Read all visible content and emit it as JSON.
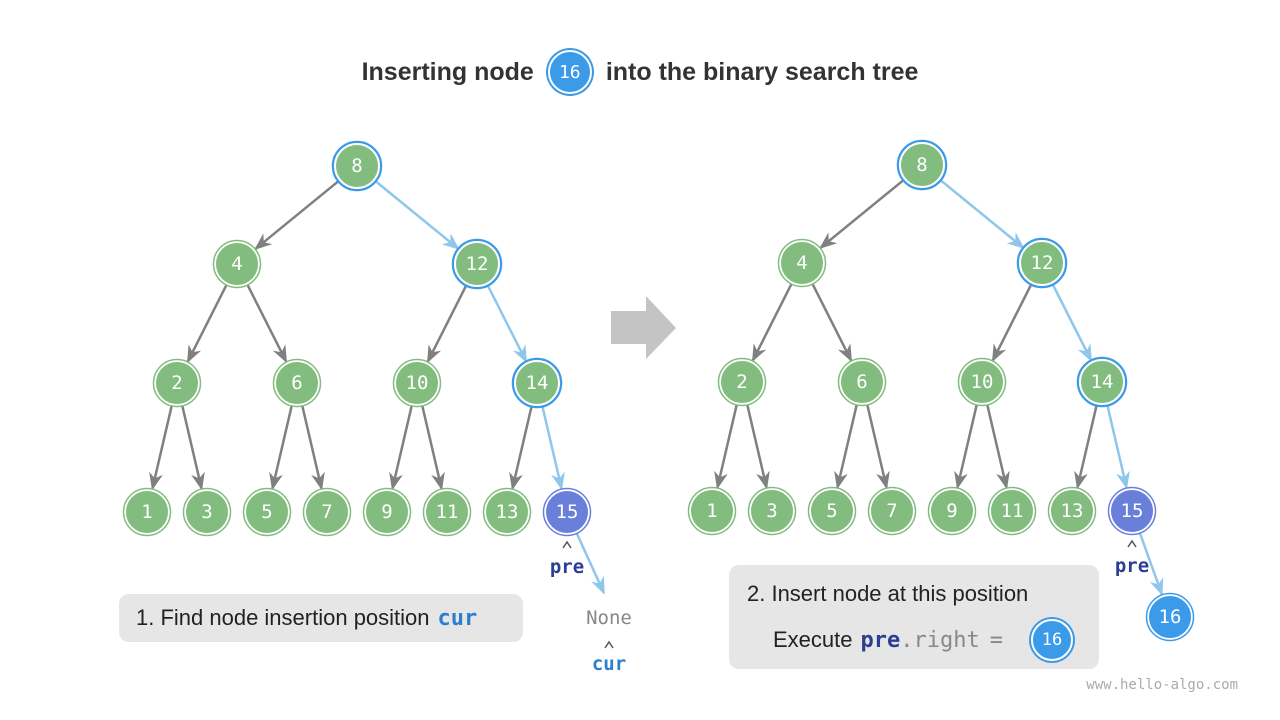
{
  "title": {
    "prefix": "Inserting node",
    "node_value": "16",
    "suffix": "into the binary search tree"
  },
  "panels": [
    {
      "nodes": [
        {
          "id": "n8",
          "value": "8",
          "state": "path"
        },
        {
          "id": "n4",
          "value": "4",
          "state": "normal"
        },
        {
          "id": "n12",
          "value": "12",
          "state": "path"
        },
        {
          "id": "n2",
          "value": "2",
          "state": "normal"
        },
        {
          "id": "n6",
          "value": "6",
          "state": "normal"
        },
        {
          "id": "n10",
          "value": "10",
          "state": "normal"
        },
        {
          "id": "n14",
          "value": "14",
          "state": "path"
        },
        {
          "id": "n1",
          "value": "1",
          "state": "normal"
        },
        {
          "id": "n3",
          "value": "3",
          "state": "normal"
        },
        {
          "id": "n5",
          "value": "5",
          "state": "normal"
        },
        {
          "id": "n7",
          "value": "7",
          "state": "normal"
        },
        {
          "id": "n9",
          "value": "9",
          "state": "normal"
        },
        {
          "id": "n11",
          "value": "11",
          "state": "normal"
        },
        {
          "id": "n13",
          "value": "13",
          "state": "normal"
        },
        {
          "id": "n15",
          "value": "15",
          "state": "current"
        }
      ],
      "edges": [
        {
          "from": "n8",
          "to": "n4",
          "highlight": false
        },
        {
          "from": "n8",
          "to": "n12",
          "highlight": true
        },
        {
          "from": "n4",
          "to": "n2",
          "highlight": false
        },
        {
          "from": "n4",
          "to": "n6",
          "highlight": false
        },
        {
          "from": "n12",
          "to": "n10",
          "highlight": false
        },
        {
          "from": "n12",
          "to": "n14",
          "highlight": true
        },
        {
          "from": "n2",
          "to": "n1",
          "highlight": false
        },
        {
          "from": "n2",
          "to": "n3",
          "highlight": false
        },
        {
          "from": "n6",
          "to": "n5",
          "highlight": false
        },
        {
          "from": "n6",
          "to": "n7",
          "highlight": false
        },
        {
          "from": "n10",
          "to": "n9",
          "highlight": false
        },
        {
          "from": "n10",
          "to": "n11",
          "highlight": false
        },
        {
          "from": "n14",
          "to": "n13",
          "highlight": false
        },
        {
          "from": "n14",
          "to": "n15",
          "highlight": true
        },
        {
          "from": "n15",
          "to": "none",
          "highlight": true
        }
      ],
      "pointer_labels": {
        "pre": "pre",
        "cur": "cur",
        "none": "None"
      },
      "caption": {
        "text": "1. Find node insertion position",
        "keyword": "cur"
      }
    },
    {
      "nodes": [
        {
          "id": "n8",
          "value": "8",
          "state": "path"
        },
        {
          "id": "n4",
          "value": "4",
          "state": "normal"
        },
        {
          "id": "n12",
          "value": "12",
          "state": "path"
        },
        {
          "id": "n2",
          "value": "2",
          "state": "normal"
        },
        {
          "id": "n6",
          "value": "6",
          "state": "normal"
        },
        {
          "id": "n10",
          "value": "10",
          "state": "normal"
        },
        {
          "id": "n14",
          "value": "14",
          "state": "path"
        },
        {
          "id": "n1",
          "value": "1",
          "state": "normal"
        },
        {
          "id": "n3",
          "value": "3",
          "state": "normal"
        },
        {
          "id": "n5",
          "value": "5",
          "state": "normal"
        },
        {
          "id": "n7",
          "value": "7",
          "state": "normal"
        },
        {
          "id": "n9",
          "value": "9",
          "state": "normal"
        },
        {
          "id": "n11",
          "value": "11",
          "state": "normal"
        },
        {
          "id": "n13",
          "value": "13",
          "state": "normal"
        },
        {
          "id": "n15",
          "value": "15",
          "state": "current"
        },
        {
          "id": "n16",
          "value": "16",
          "state": "new"
        }
      ],
      "edges": [
        {
          "from": "n8",
          "to": "n4",
          "highlight": false
        },
        {
          "from": "n8",
          "to": "n12",
          "highlight": true
        },
        {
          "from": "n4",
          "to": "n2",
          "highlight": false
        },
        {
          "from": "n4",
          "to": "n6",
          "highlight": false
        },
        {
          "from": "n12",
          "to": "n10",
          "highlight": false
        },
        {
          "from": "n12",
          "to": "n14",
          "highlight": true
        },
        {
          "from": "n2",
          "to": "n1",
          "highlight": false
        },
        {
          "from": "n2",
          "to": "n3",
          "highlight": false
        },
        {
          "from": "n6",
          "to": "n5",
          "highlight": false
        },
        {
          "from": "n6",
          "to": "n7",
          "highlight": false
        },
        {
          "from": "n10",
          "to": "n9",
          "highlight": false
        },
        {
          "from": "n10",
          "to": "n11",
          "highlight": false
        },
        {
          "from": "n14",
          "to": "n13",
          "highlight": false
        },
        {
          "from": "n14",
          "to": "n15",
          "highlight": true
        },
        {
          "from": "n15",
          "to": "n16",
          "highlight": true
        }
      ],
      "pointer_labels": {
        "pre": "pre"
      },
      "caption": {
        "line1": "2. Insert node at this position",
        "execute": "Execute",
        "code_pre": "pre",
        "code_rest": ".right",
        "code_eq": "=",
        "node_value": "16"
      }
    }
  ],
  "colors": {
    "node_green": "#82bc7e",
    "node_current": "#6a7fd9",
    "node_new": "#3b9be8",
    "highlight_blue": "#3b9be8",
    "edge_gray": "#808080",
    "edge_blue": "#8ec6ec",
    "arrow_gray": "#c4c4c4",
    "pointer_pre": "#2c3e94",
    "pointer_cur": "#2b7fd0"
  },
  "watermark": "www.hello-algo.com"
}
